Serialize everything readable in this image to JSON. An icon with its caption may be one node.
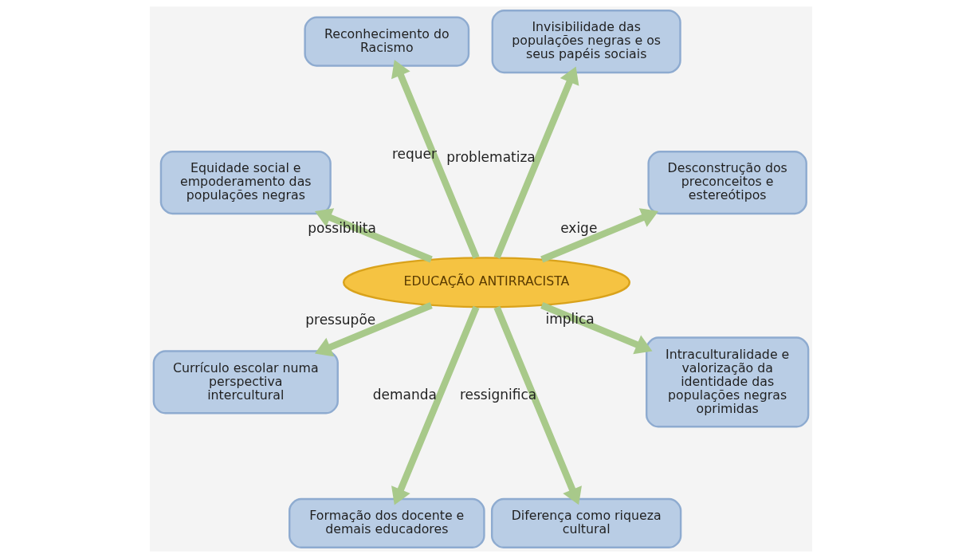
{
  "diagram": {
    "nodes": [
      {
        "text": [
          "Equidade social e empoderamento das populações negras"
        ]
      },
      {
        "text": [
          "Reconhecimento do Racismo"
        ]
      },
      {
        "text": [
          "Invisibilidade das populações negras e os seus papéis sociais"
        ]
      },
      {
        "text": [
          "Currículo escolar numa perspectiva intercultural"
        ]
      },
      {
        "text": [
          "EDUCAÇÃO ANTIRRACISTA"
        ]
      },
      {
        "text": [
          "Desconstrução dos preconceitos e estereótipos"
        ]
      },
      {
        "text": [
          "Formação dos docente e demais educadores"
        ]
      },
      {
        "text": [
          "Diferença como riqueza cultural"
        ]
      },
      {
        "text": [
          "Intraculturalidade e valorização da identidade das populações negras oprimidas"
        ]
      }
    ],
    "edges": [
      {
        "from": 4,
        "to": 0,
        "arrow": "to",
        "label": "possibilita"
      },
      {
        "from": 4,
        "to": 1,
        "arrow": "to",
        "label": "requer"
      },
      {
        "from": 4,
        "to": 2,
        "arrow": "to",
        "label": "problematiza"
      },
      {
        "from": 4,
        "to": 3,
        "arrow": "to",
        "label": "pressupõe"
      },
      {
        "from": 4,
        "to": 5,
        "arrow": "to",
        "label": "exige"
      },
      {
        "from": 4,
        "to": 6,
        "arrow": "to",
        "label": "demanda"
      },
      {
        "from": 4,
        "to": 7,
        "arrow": "to",
        "label": "ressignifica"
      },
      {
        "from": 4,
        "to": 8,
        "arrow": "to",
        "label": "implica"
      }
    ]
  }
}
